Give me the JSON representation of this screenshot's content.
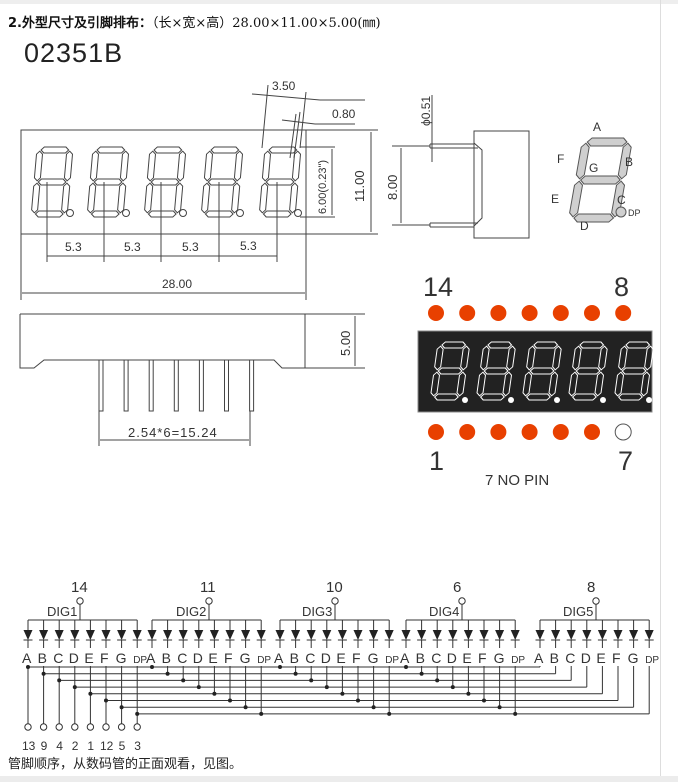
{
  "heading": {
    "title": "2.外型尺寸及引脚排布：",
    "dims": "（长×宽×高）28.00×11.00×5.00(㎜)"
  },
  "model": "02351B",
  "front_view": {
    "dim_3_50": "3.50",
    "dim_0_80": "0.80",
    "dim_digit_height": "6.00(0.23\")",
    "dim_height": "11.00",
    "dim_pitch": [
      "5.3",
      "5.3",
      "5.3",
      "5.3"
    ],
    "dim_length": "28.00"
  },
  "side_view": {
    "dim_pin_dia": "ϕ0.51",
    "dim_pin_span": "8.00"
  },
  "bottom_view": {
    "dim_thickness": "5.00",
    "dim_pin_row": "2.54*6=15.24"
  },
  "segment_diagram": {
    "labels": {
      "a": "A",
      "b": "B",
      "c": "C",
      "d": "D",
      "e": "E",
      "f": "F",
      "g": "G",
      "dp": "DP"
    }
  },
  "pinout": {
    "top_left": "14",
    "top_right": "8",
    "bottom_left": "1",
    "bottom_right": "7",
    "note": "7 NO PIN",
    "pin_color": "#e84000",
    "display_color": "#222222"
  },
  "schematic": {
    "digits": [
      {
        "pin": "14",
        "name": "DIG1"
      },
      {
        "pin": "11",
        "name": "DIG2"
      },
      {
        "pin": "10",
        "name": "DIG3"
      },
      {
        "pin": "6",
        "name": "DIG4"
      },
      {
        "pin": "8",
        "name": "DIG5"
      }
    ],
    "segments": [
      "A",
      "B",
      "C",
      "D",
      "E",
      "F",
      "G",
      "DP"
    ],
    "segment_pins": [
      "13",
      "9",
      "4",
      "2",
      "1",
      "12",
      "5",
      "3"
    ]
  },
  "footer_note": "管脚顺序，从数码管的正面观看，见图。"
}
